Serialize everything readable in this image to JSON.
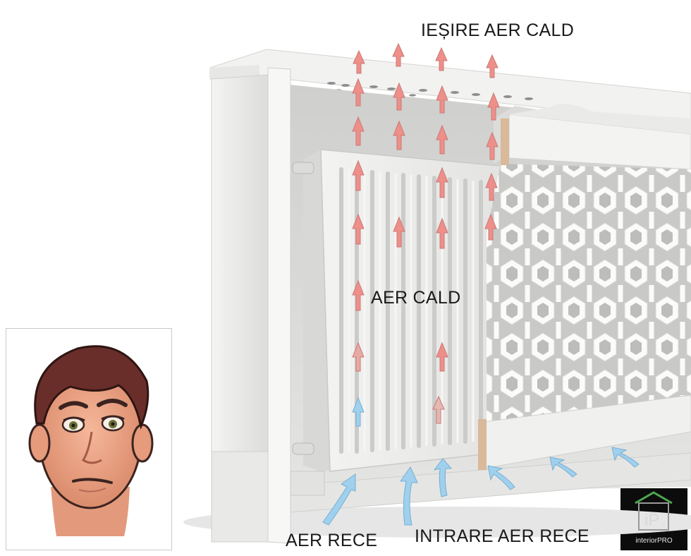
{
  "labels": {
    "warm_air_outlet": "IEȘIRE AER CALD",
    "warm_air": "AER CALD",
    "cold_air": "AER RECE",
    "cold_air_intake": "INTRARE AER RECE"
  },
  "logo": {
    "monogram": "iP",
    "brand": "interiorPRO"
  },
  "colors": {
    "warm_arrow": "#ee8f8a",
    "cold_arrow": "#9fd0ee",
    "cabinet": "#eeeeed",
    "logo_bg": "#0c0c0c",
    "logo_house": "#4fa64f"
  }
}
